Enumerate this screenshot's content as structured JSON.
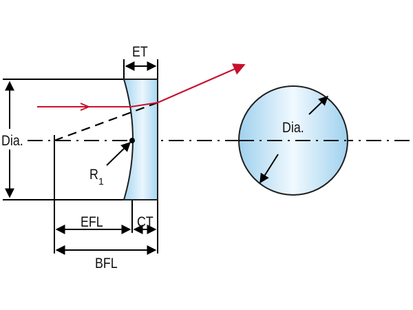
{
  "labels": {
    "et": "ET",
    "dia_left": "Dia.",
    "dia_right": "Dia.",
    "r_main": "R",
    "r_sub": "1",
    "efl": "EFL",
    "ct": "CT",
    "bfl": "BFL"
  },
  "colors": {
    "ray": "#c8102e",
    "line": "#000000",
    "lens_fill_edge": "#9fd1ee",
    "lens_fill_center": "#eef8ff",
    "lens_stroke": "#1e1e1e"
  }
}
